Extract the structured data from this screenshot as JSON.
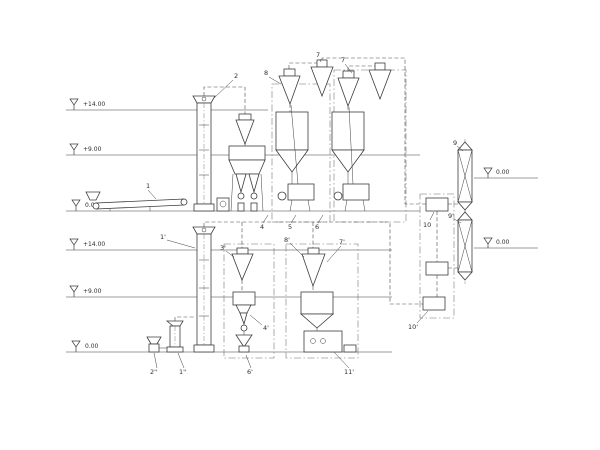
{
  "page": {
    "background": "#ffffff",
    "ink": "#3c3c3c",
    "type": "process-flow-engineering-diagram"
  },
  "elevation_marks": [
    {
      "text": "+14.00"
    },
    {
      "text": "+9.00"
    },
    {
      "text": "0.00"
    },
    {
      "text": "+14.00"
    },
    {
      "text": "+9.00"
    },
    {
      "text": "0.00"
    },
    {
      "text": "0.00"
    },
    {
      "text": "0.00"
    }
  ],
  "labels": [
    {
      "text": "1"
    },
    {
      "text": "2"
    },
    {
      "text": "8"
    },
    {
      "text": "7"
    },
    {
      "text": "7"
    },
    {
      "text": "4"
    },
    {
      "text": "5"
    },
    {
      "text": "6"
    },
    {
      "text": "9"
    },
    {
      "text": "9'"
    },
    {
      "text": "10"
    },
    {
      "text": "10'"
    },
    {
      "text": "1'"
    },
    {
      "text": "3'"
    },
    {
      "text": "8'"
    },
    {
      "text": "7'"
    },
    {
      "text": "4'"
    },
    {
      "text": "6'"
    },
    {
      "text": "2''"
    },
    {
      "text": "1''"
    },
    {
      "text": "11'"
    }
  ]
}
